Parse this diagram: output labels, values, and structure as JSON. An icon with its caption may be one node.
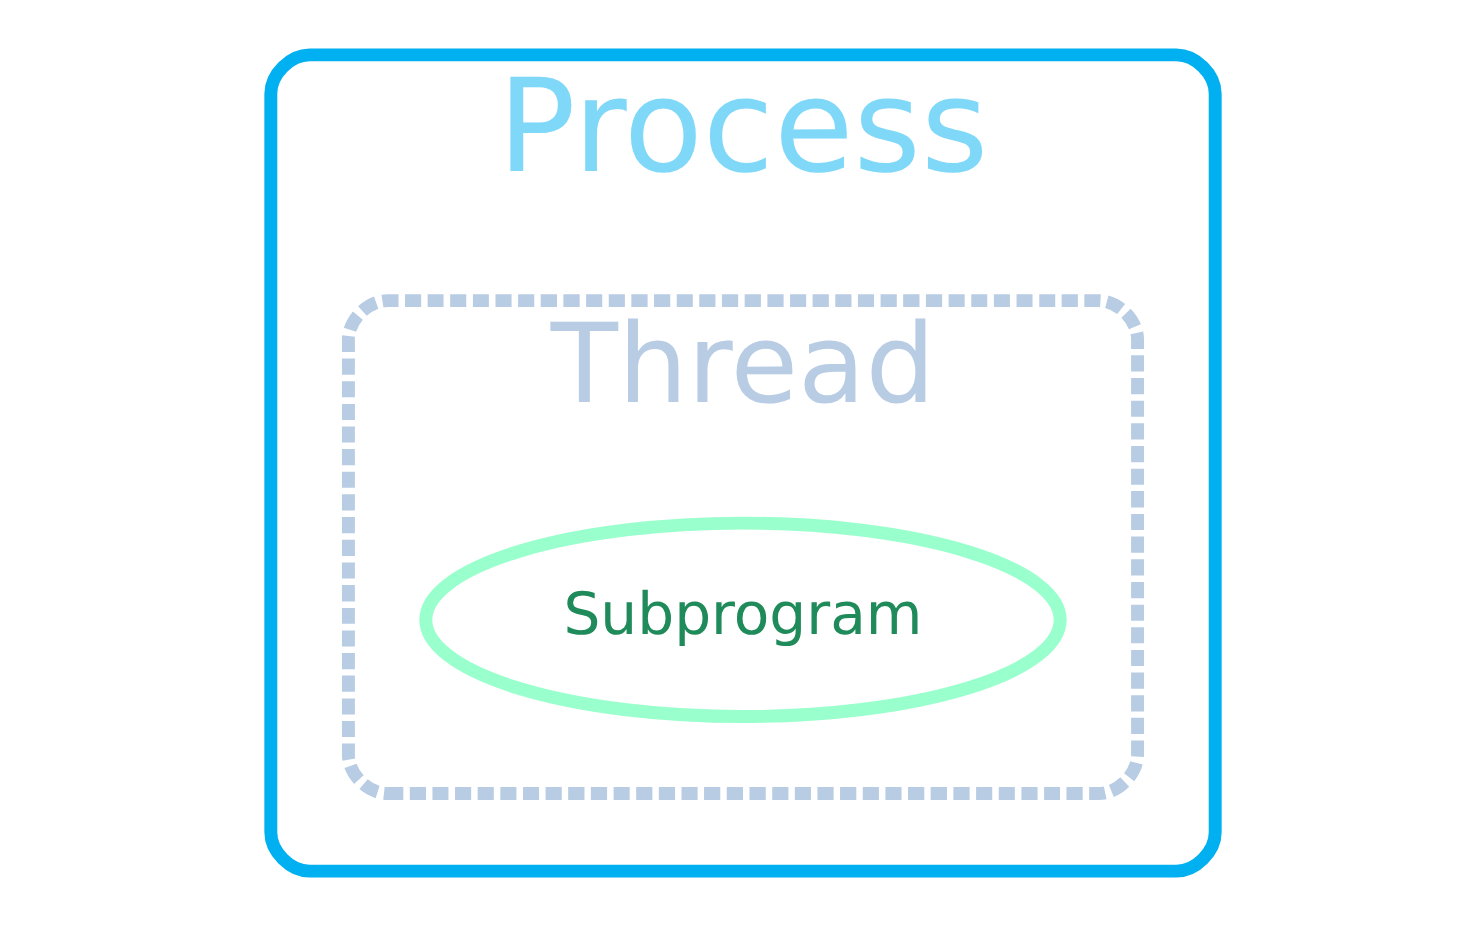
{
  "diagram": {
    "nodes": [
      {
        "text": [
          "Process"
        ]
      },
      {
        "text": [
          "Thread"
        ],
        "in": 0
      },
      {
        "text": [
          "Subprogram"
        ],
        "in": 1
      }
    ]
  }
}
